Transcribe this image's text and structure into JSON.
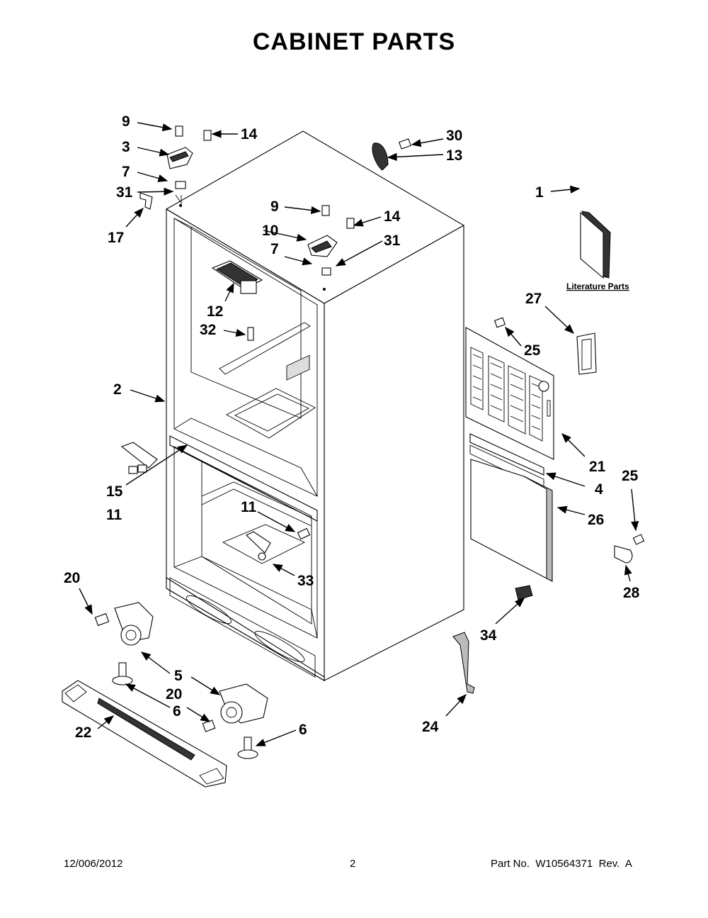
{
  "title": "CABINET PARTS",
  "literature_label": "Literature Parts",
  "callouts": {
    "c9a": "9",
    "c14a": "14",
    "c3": "3",
    "c7a": "7",
    "c31a": "31",
    "c17": "17",
    "c30": "30",
    "c13": "13",
    "c9b": "9",
    "c14b": "14",
    "c10": "10",
    "c31b": "31",
    "c7b": "7",
    "c1": "1",
    "c12": "12",
    "c27": "27",
    "c32": "32",
    "c25a": "25",
    "c2": "2",
    "c21": "21",
    "c15": "15",
    "c4": "4",
    "c11a": "11",
    "c25b": "25",
    "c11b": "11",
    "c26": "26",
    "c20a": "20",
    "c33": "33",
    "c28": "28",
    "c34": "34",
    "c5": "5",
    "c20b": "20",
    "c6a": "6",
    "c22": "22",
    "c6b": "6",
    "c24": "24"
  },
  "footer": {
    "date": "12/006/2012",
    "page": "2",
    "part_no": "Part No.  W10564371  Rev.  A"
  }
}
